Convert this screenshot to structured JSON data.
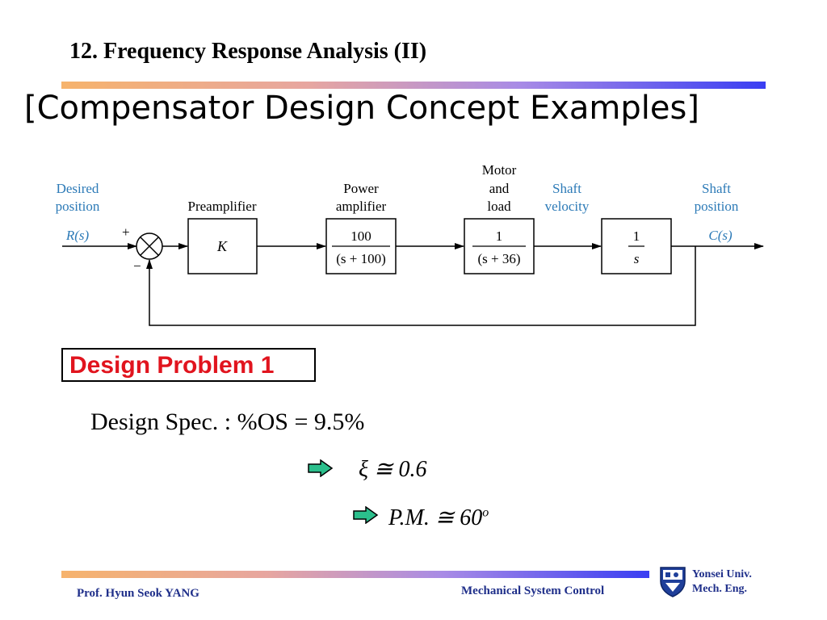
{
  "title": "12. Frequency Response Analysis (II)",
  "subtitle": "[Compensator Design Concept Examples]",
  "diagram": {
    "desired_position": [
      "Desired",
      "position"
    ],
    "input_signal": "R(s)",
    "sum_plus": "+",
    "sum_minus": "−",
    "preamplifier": {
      "label": "Preamplifier",
      "block": "K"
    },
    "power_amplifier": {
      "label": [
        "Power",
        "amplifier"
      ],
      "numerator": "100",
      "denominator": "(s + 100)"
    },
    "motor_and_load": {
      "label": [
        "Motor",
        "and",
        "load"
      ],
      "numerator": "1",
      "denominator": "(s + 36)"
    },
    "shaft_velocity": [
      "Shaft",
      "velocity"
    ],
    "integrator": {
      "numerator": "1",
      "denominator": "s"
    },
    "shaft_position": [
      "Shaft",
      "position"
    ],
    "output_signal": "C(s)"
  },
  "design_problem": {
    "label": "Design Problem 1",
    "spec": "Design Spec. : %OS = 9.5%",
    "result1": "ξ ≅ 0.6",
    "result2_text": "P.M. ≅ 60",
    "result2_sup": "o"
  },
  "footer": {
    "author": "Prof. Hyun Seok YANG",
    "course": "Mechanical System Control",
    "university": [
      "Yonsei Univ.",
      "Mech. Eng."
    ]
  },
  "colors": {
    "label_blue": "#2c7ab7",
    "design_red": "#e1141e",
    "footer_navy": "#1f2f8a",
    "arrow_green": "#2bbf8c"
  },
  "icons": {
    "arrow": "right-arrow-icon",
    "logo": "yonsei-shield-icon"
  }
}
